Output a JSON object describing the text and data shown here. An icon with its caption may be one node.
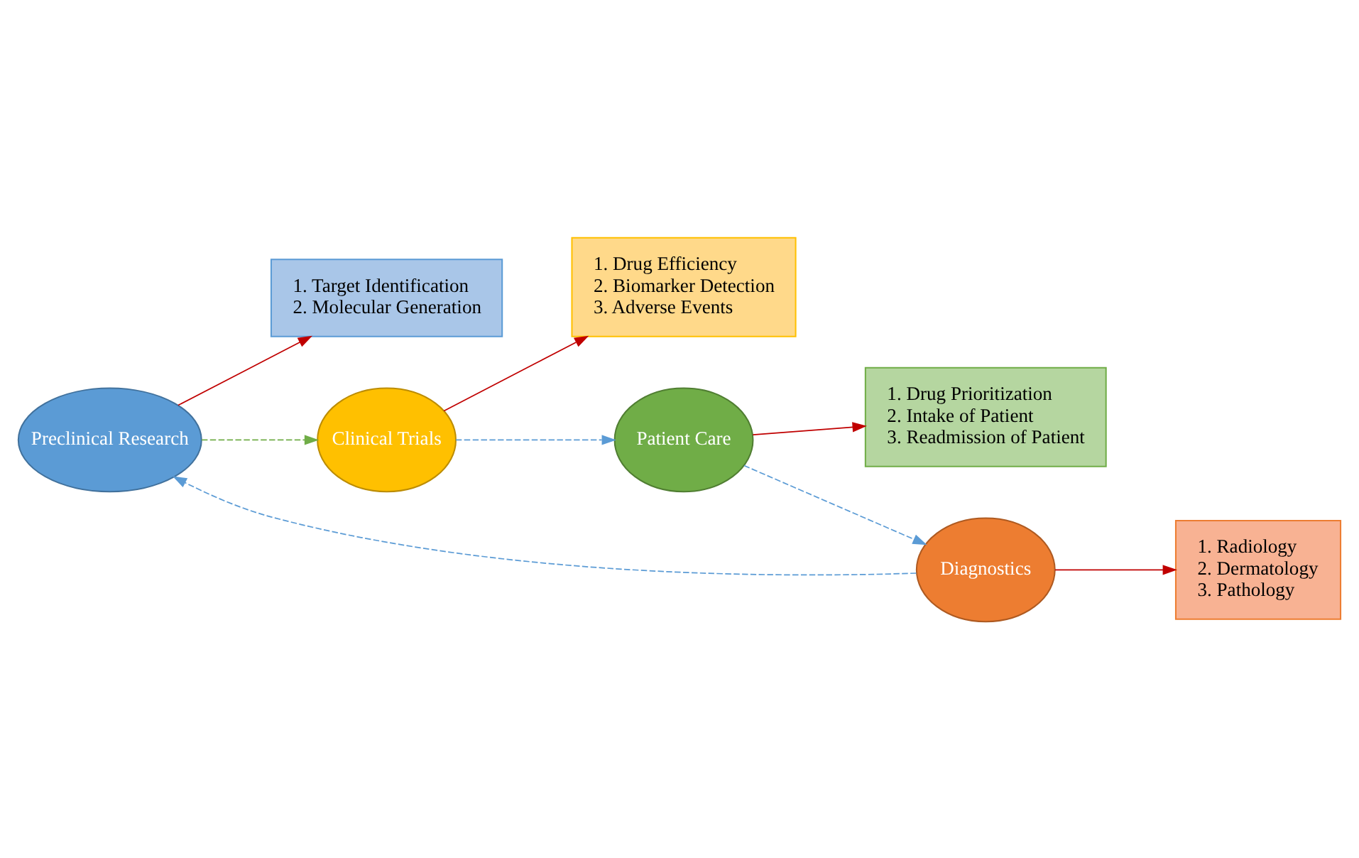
{
  "diagram": {
    "nodes": [
      {
        "text": [
          "Preclinical Research"
        ]
      },
      {
        "text": [
          "1. Target Identification",
          "2. Molecular Generation"
        ]
      },
      {
        "text": [
          "Clinical Trials"
        ]
      },
      {
        "text": [
          "1. Drug Efficiency",
          "2. Biomarker Detection",
          "3. Adverse Events"
        ]
      },
      {
        "text": [
          "Patient Care"
        ]
      },
      {
        "text": [
          "1. Drug Prioritization",
          "2. Intake of Patient",
          "3. Readmission of Patient"
        ]
      },
      {
        "text": [
          "Diagnostics"
        ]
      },
      {
        "text": [
          "1. Radiology",
          "2. Dermatology",
          "3. Pathology"
        ]
      }
    ],
    "edges": [
      {
        "from": 0,
        "to": 2,
        "arrow": "to",
        "style": "dashed",
        "color": "#70ad47"
      },
      {
        "from": 2,
        "to": 4,
        "arrow": "to",
        "style": "dashed",
        "color": "#5b9bd5"
      },
      {
        "from": 4,
        "to": 6,
        "arrow": "to",
        "style": "dashed",
        "color": "#5b9bd5"
      },
      {
        "from": 6,
        "to": 0,
        "arrow": "to",
        "style": "dashed",
        "color": "#5b9bd5"
      },
      {
        "from": 0,
        "to": 1,
        "arrow": "to",
        "color": "#c00000"
      },
      {
        "from": 2,
        "to": 3,
        "arrow": "to",
        "color": "#c00000"
      },
      {
        "from": 4,
        "to": 5,
        "arrow": "to",
        "color": "#c00000"
      },
      {
        "from": 6,
        "to": 7,
        "arrow": "to",
        "color": "#c00000"
      }
    ]
  }
}
